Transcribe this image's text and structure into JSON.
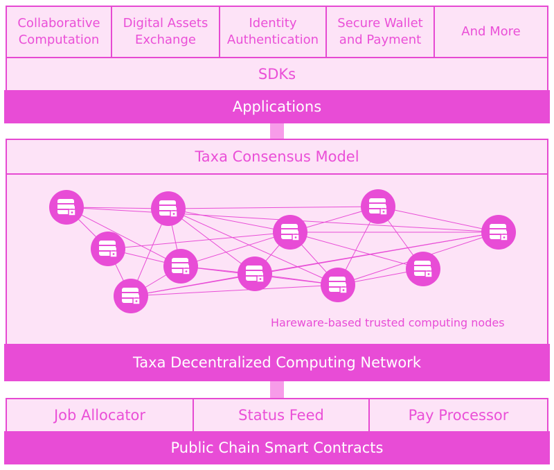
{
  "applications": {
    "items": [
      "Collaborative\nComputation",
      "Digital Assets\nExchange",
      "Identity\nAuthentication",
      "Secure Wallet\nand Payment",
      "And More"
    ],
    "sdks": "SDKs",
    "title": "Applications"
  },
  "network": {
    "consensus": "Taxa Consensus Model",
    "nodes_caption": "Hareware-based trusted computing nodes",
    "title": "Taxa Decentralized Computing Network",
    "node_icon": "secure-database-icon"
  },
  "contracts": {
    "items": [
      "Job Allocator",
      "Status Feed",
      "Pay Processor"
    ],
    "title": "Public Chain Smart Contracts"
  },
  "colors": {
    "accent": "#e84cd6",
    "light_fill": "#fde3f7",
    "border": "#e649d2",
    "connector": "#f79ce9"
  }
}
